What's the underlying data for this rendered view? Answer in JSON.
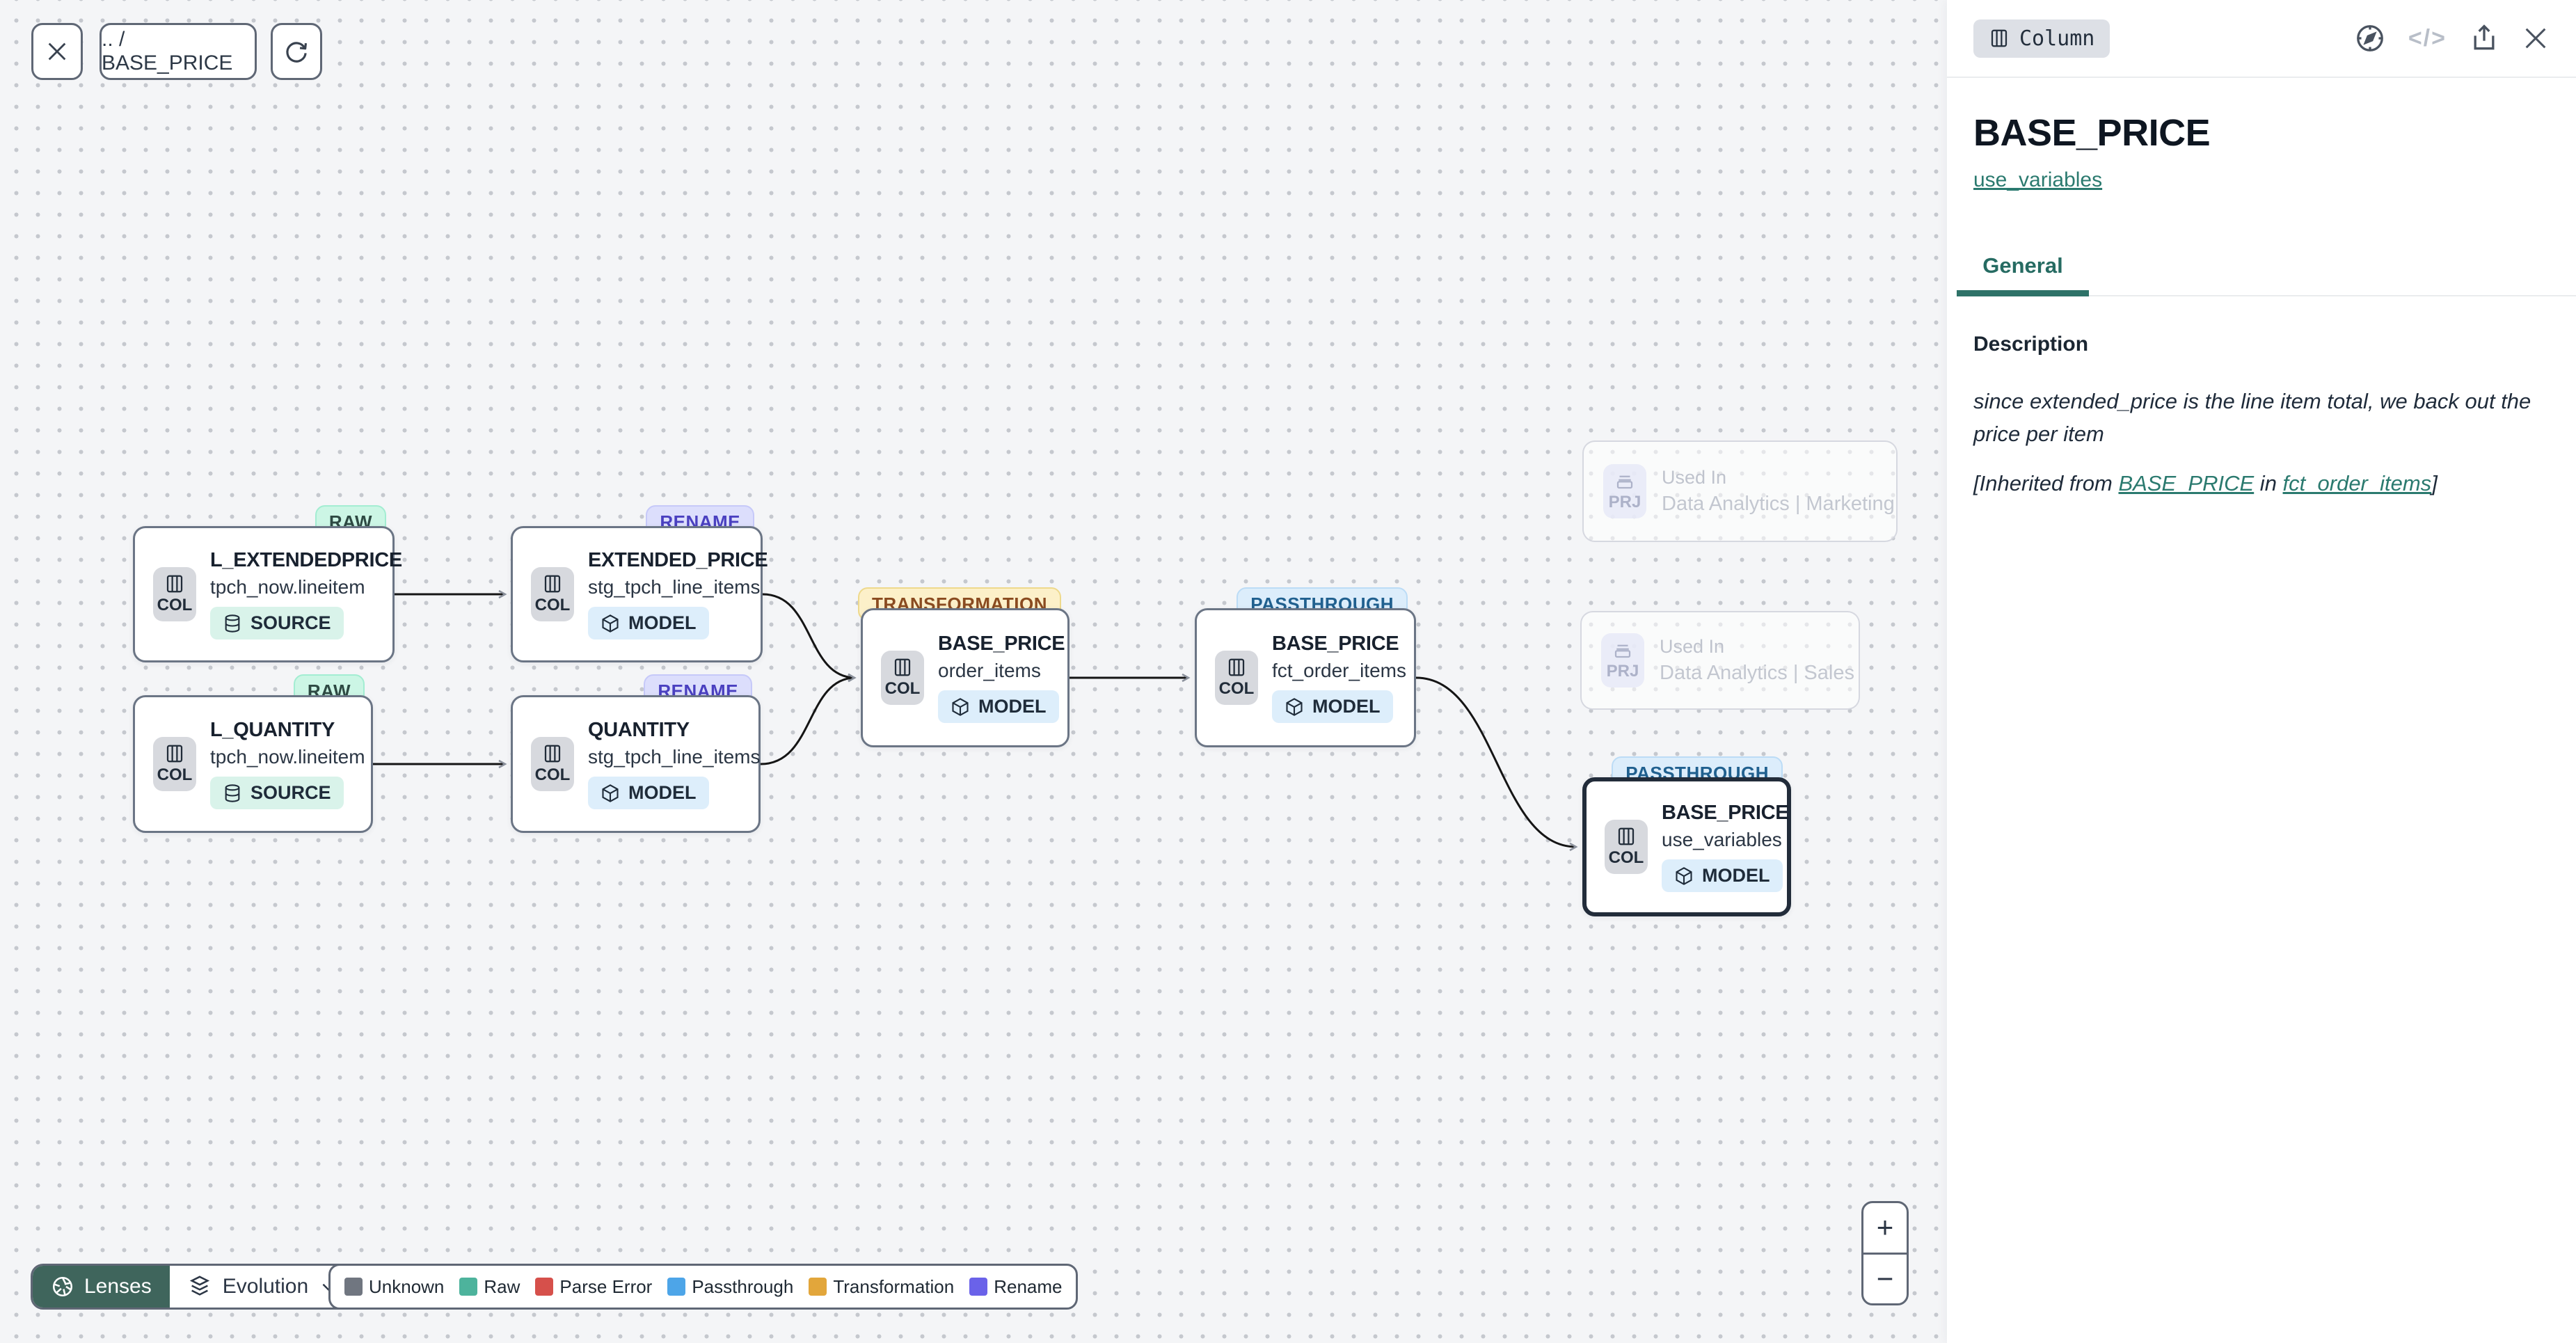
{
  "toolbar": {
    "breadcrumb": ".. / BASE_PRICE"
  },
  "nodes": [
    {
      "badge": "RAW",
      "badge_type": "raw",
      "kind": "COL",
      "title": "L_EXTENDEDPRICE",
      "subtitle": "tpch_now.lineitem",
      "chip": "SOURCE",
      "chip_type": "source"
    },
    {
      "badge": "RENAME",
      "badge_type": "rename",
      "kind": "COL",
      "title": "EXTENDED_PRICE",
      "subtitle": "stg_tpch_line_items",
      "chip": "MODEL",
      "chip_type": "model"
    },
    {
      "badge": "RAW",
      "badge_type": "raw",
      "kind": "COL",
      "title": "L_QUANTITY",
      "subtitle": "tpch_now.lineitem",
      "chip": "SOURCE",
      "chip_type": "source"
    },
    {
      "badge": "RENAME",
      "badge_type": "rename",
      "kind": "COL",
      "title": "QUANTITY",
      "subtitle": "stg_tpch_line_items",
      "chip": "MODEL",
      "chip_type": "model"
    },
    {
      "badge": "TRANSFORMATION",
      "badge_type": "transformation",
      "kind": "COL",
      "title": "BASE_PRICE",
      "subtitle": "order_items",
      "chip": "MODEL",
      "chip_type": "model"
    },
    {
      "badge": "PASSTHROUGH",
      "badge_type": "passthrough",
      "kind": "COL",
      "title": "BASE_PRICE",
      "subtitle": "fct_order_items",
      "chip": "MODEL",
      "chip_type": "model"
    },
    {
      "badge": "PASSTHROUGH",
      "badge_type": "passthrough",
      "kind": "COL",
      "title": "BASE_PRICE",
      "subtitle": "use_variables",
      "chip": "MODEL",
      "chip_type": "model",
      "selected": true
    }
  ],
  "ghosts": [
    {
      "kind": "PRJ",
      "label": "Used In",
      "title": "Data Analytics | Marketing"
    },
    {
      "kind": "PRJ",
      "label": "Used In",
      "title": "Data Analytics | Sales"
    }
  ],
  "legend": {
    "items": [
      {
        "label": "Unknown",
        "color": "#707680"
      },
      {
        "label": "Raw",
        "color": "#4db39c"
      },
      {
        "label": "Parse Error",
        "color": "#d6504b"
      },
      {
        "label": "Passthrough",
        "color": "#4da5e8"
      },
      {
        "label": "Transformation",
        "color": "#e2a63b"
      },
      {
        "label": "Rename",
        "color": "#6a62e9"
      }
    ]
  },
  "lens_bar": {
    "lenses_label": "Lenses",
    "lens_value": "Evolution"
  },
  "zoom_controls": {
    "zoom_in": "+",
    "zoom_out": "−"
  },
  "panel": {
    "type_badge": "Column",
    "title": "BASE_PRICE",
    "model_link": "use_variables",
    "tab_general": "General",
    "code_icon_label": "</>",
    "description_heading": "Description",
    "description_body": "since extended_price is the line item total, we back out the price per item",
    "inherited_prefix": "[Inherited from ",
    "inherited_link_column": "BASE_PRICE",
    "inherited_mid": " in ",
    "inherited_link_model": "fct_order_items",
    "inherited_suffix": "]"
  },
  "colors": {
    "accent_teal": "#2b7a6f",
    "lenses_bg": "#3f655c"
  }
}
